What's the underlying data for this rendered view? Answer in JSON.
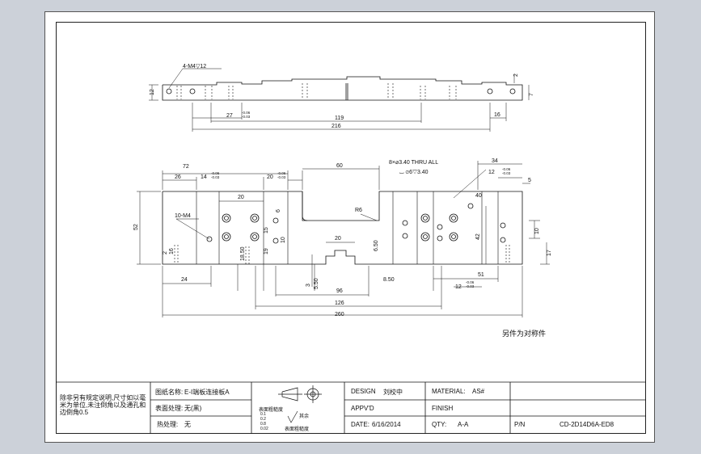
{
  "drawing": {
    "top_view": {
      "hole_callout": "4-M4▽12",
      "dim_height": "12",
      "dim_right_2": "2",
      "dim_right_7": "7",
      "dim_27": "27",
      "dim_27_tol_upper": "-0.06",
      "dim_27_tol_lower": "-0.03",
      "dim_119": "119",
      "dim_216": "216",
      "dim_16": "16"
    },
    "front_view": {
      "dim_72": "72",
      "dim_26": "26",
      "dim_14": "14",
      "tol_upper": "-0.06",
      "tol_lower": "-0.03",
      "dim_20_top": "20",
      "dim_60": "60",
      "thru_callout": "8×⌀3.40 THRU ALL",
      "cbore_callout": "⌴ ⌀6▽3.40",
      "dim_34": "34",
      "dim_12_top": "12",
      "dim_5": "5",
      "dim_52": "52",
      "dim_20_inner": "20",
      "tap_callout": "10-M4",
      "dim_r6": "R6",
      "dim_40": "40",
      "dim_6": "6",
      "dim_15": "15",
      "dim_10": "10",
      "dim_19": "19",
      "dim_18_50": "18.50",
      "dim_16_left": "16",
      "dim_2": "2",
      "dim_20_slot": "20",
      "dim_6_50": "6.50",
      "dim_42": "42",
      "dim_10_right": "10",
      "dim_17": "17",
      "dim_24": "24",
      "dim_3": "3",
      "dim_5_50": "5.50",
      "dim_96": "96",
      "dim_8_50": "8.50",
      "dim_51": "51",
      "dim_12_bottom": "12",
      "dim_126": "126",
      "dim_260": "260"
    },
    "note": "另件为对称件"
  },
  "title_block": {
    "note_text": "除非另有规定说明,尺寸如以毫米为单位,未注倒角以及通孔和边倒角0.5",
    "drawing_name_label": "图纸名称:",
    "drawing_name_value": "E-I端板连接板A",
    "surface_treatment_label": "表面处理:",
    "surface_treatment_value": "无(黑)",
    "heat_treatment_label": "热处理:",
    "heat_treatment_value": "无",
    "roughness_label": "表面粗糙度",
    "roughness_values": [
      "0.1",
      "0.2",
      "0.8",
      "0.02"
    ],
    "roughness_label2": "表面粗糙度",
    "other_roughness": "其余",
    "design_label": "DESIGN",
    "design_value": "刘校中",
    "material_label": "MATERIAL:",
    "material_value": "AS#",
    "apprvd_label": "APPV'D",
    "finish_label": "FINISH",
    "date_label": "DATE:",
    "date_value": "6/16/2014",
    "qty_label": "QTY:",
    "qty_value": "A-A",
    "pn_label": "P/N",
    "pn_value": "CD-2D14D6A-ED8"
  }
}
